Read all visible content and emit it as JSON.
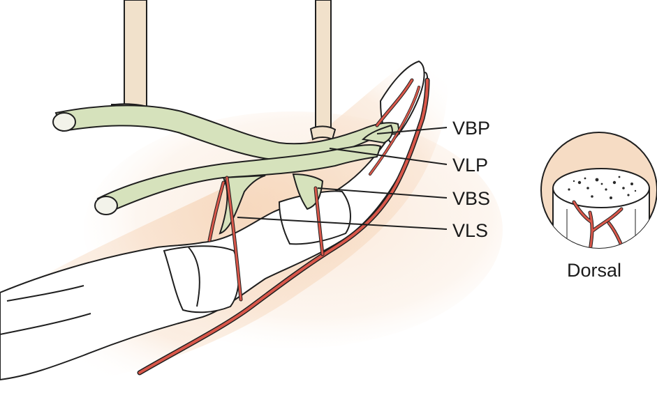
{
  "labels": {
    "vbp": "VBP",
    "vlp": "VLP",
    "vbs": "VBS",
    "vls": "VLS",
    "dorsal": "Dorsal"
  },
  "colors": {
    "tendon": "#d6e2bc",
    "tendon_shadow": "#b8c89a",
    "artery": "#d9574a",
    "skin_glow": "#f8dcc4",
    "retractor": "#f1e1cb",
    "bone": "#ffffff",
    "outline": "#1f1f1f"
  }
}
